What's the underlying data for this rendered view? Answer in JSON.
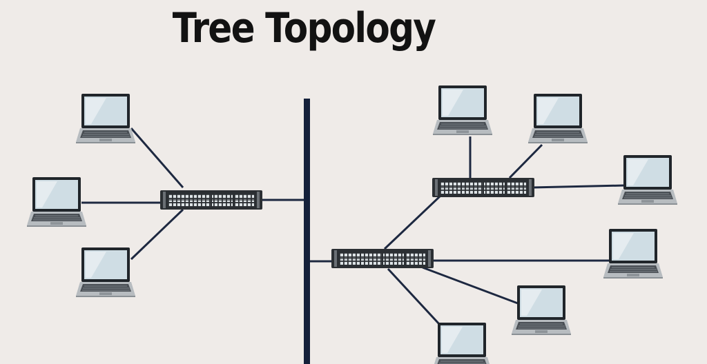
{
  "title": "Tree Topology",
  "colors": {
    "background": "#efebe8",
    "backbone": "#14203a",
    "link": "#1d2840",
    "switch_body": "#2b2f33",
    "switch_ports": "#dde3e6",
    "laptop_frame": "#20252a",
    "laptop_screen": "#cfdde4",
    "laptop_base": "#b7bcc0"
  },
  "nodes": {
    "backbone": "backbone-cable",
    "switches": [
      {
        "id": "switch-left",
        "icon": "network-switch-icon"
      },
      {
        "id": "switch-right-upper",
        "icon": "network-switch-icon"
      },
      {
        "id": "switch-right-lower",
        "icon": "network-switch-icon"
      }
    ],
    "laptops": [
      {
        "id": "laptop-left-1",
        "switch": "switch-left",
        "icon": "laptop-icon"
      },
      {
        "id": "laptop-left-2",
        "switch": "switch-left",
        "icon": "laptop-icon"
      },
      {
        "id": "laptop-left-3",
        "switch": "switch-left",
        "icon": "laptop-icon"
      },
      {
        "id": "laptop-right-1",
        "switch": "switch-right-upper",
        "icon": "laptop-icon"
      },
      {
        "id": "laptop-right-2",
        "switch": "switch-right-upper",
        "icon": "laptop-icon"
      },
      {
        "id": "laptop-right-3",
        "switch": "switch-right-upper",
        "icon": "laptop-icon"
      },
      {
        "id": "laptop-right-4",
        "switch": "switch-right-lower",
        "icon": "laptop-icon"
      },
      {
        "id": "laptop-right-5",
        "switch": "switch-right-lower",
        "icon": "laptop-icon"
      },
      {
        "id": "laptop-right-6",
        "switch": "switch-right-lower",
        "icon": "laptop-icon"
      }
    ]
  }
}
